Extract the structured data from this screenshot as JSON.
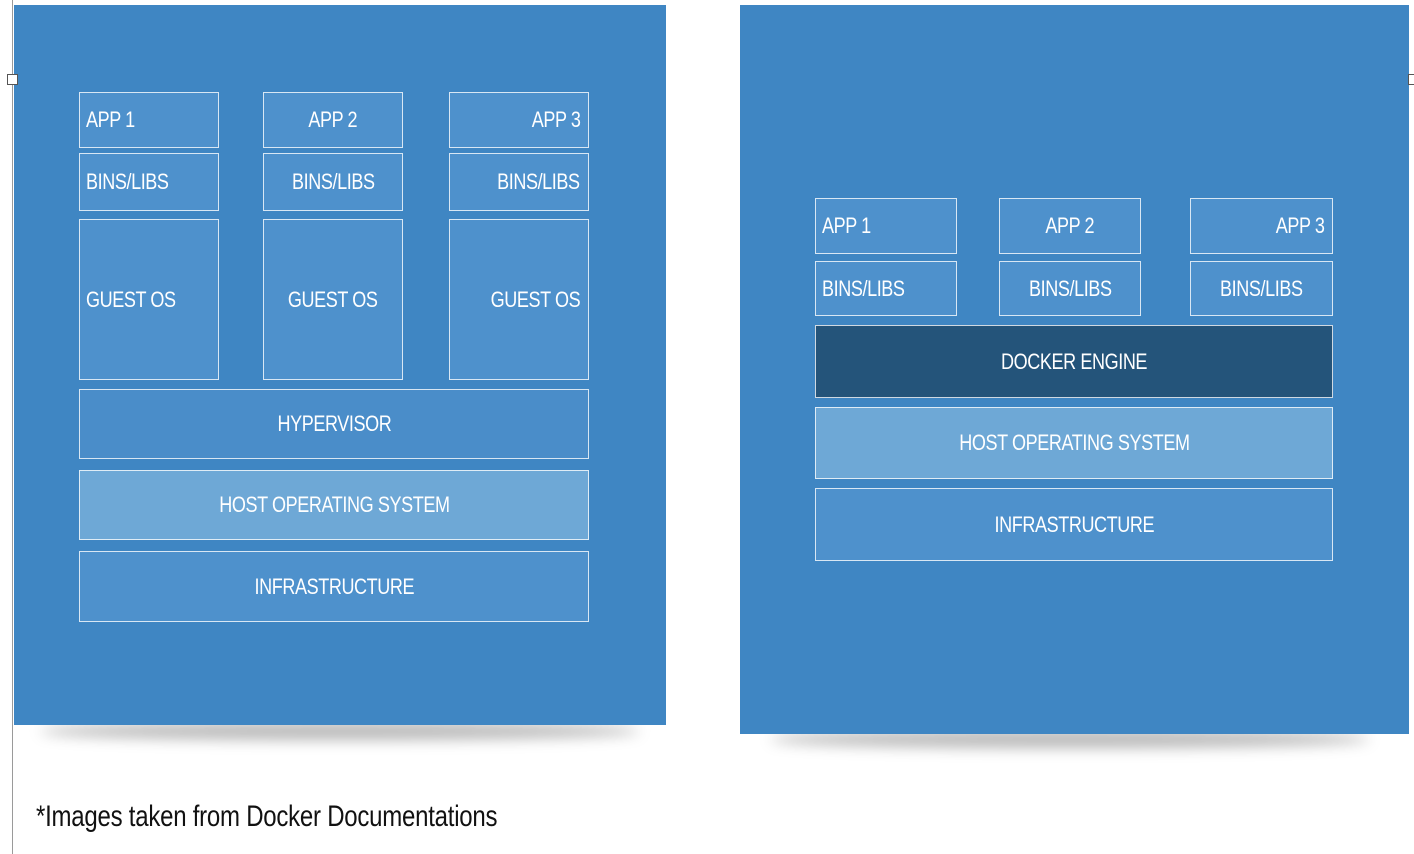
{
  "vm_diagram": {
    "apps": [
      {
        "app": "APP 1",
        "libs": "BINS/LIBS",
        "os": "GUEST OS"
      },
      {
        "app": "APP 2",
        "libs": "BINS/LIBS",
        "os": "GUEST OS"
      },
      {
        "app": "APP 3",
        "libs": "BINS/LIBS",
        "os": "GUEST OS"
      }
    ],
    "hypervisor": "HYPERVISOR",
    "host_os": "HOST OPERATING SYSTEM",
    "infrastructure": "INFRASTRUCTURE"
  },
  "container_diagram": {
    "apps": [
      {
        "app": "APP 1",
        "libs": "BINS/LIBS"
      },
      {
        "app": "APP 2",
        "libs": "BINS/LIBS"
      },
      {
        "app": "APP 3",
        "libs": "BINS/LIBS"
      }
    ],
    "engine": "DOCKER ENGINE",
    "host_os": "HOST OPERATING SYSTEM",
    "infrastructure": "INFRASTRUCTURE"
  },
  "caption": "*Images taken from Docker Documentations",
  "colors": {
    "panel": "#3f86c3",
    "block": "#4e91cc",
    "host_os": "#6ea8d6",
    "docker_engine": "#24547a"
  }
}
